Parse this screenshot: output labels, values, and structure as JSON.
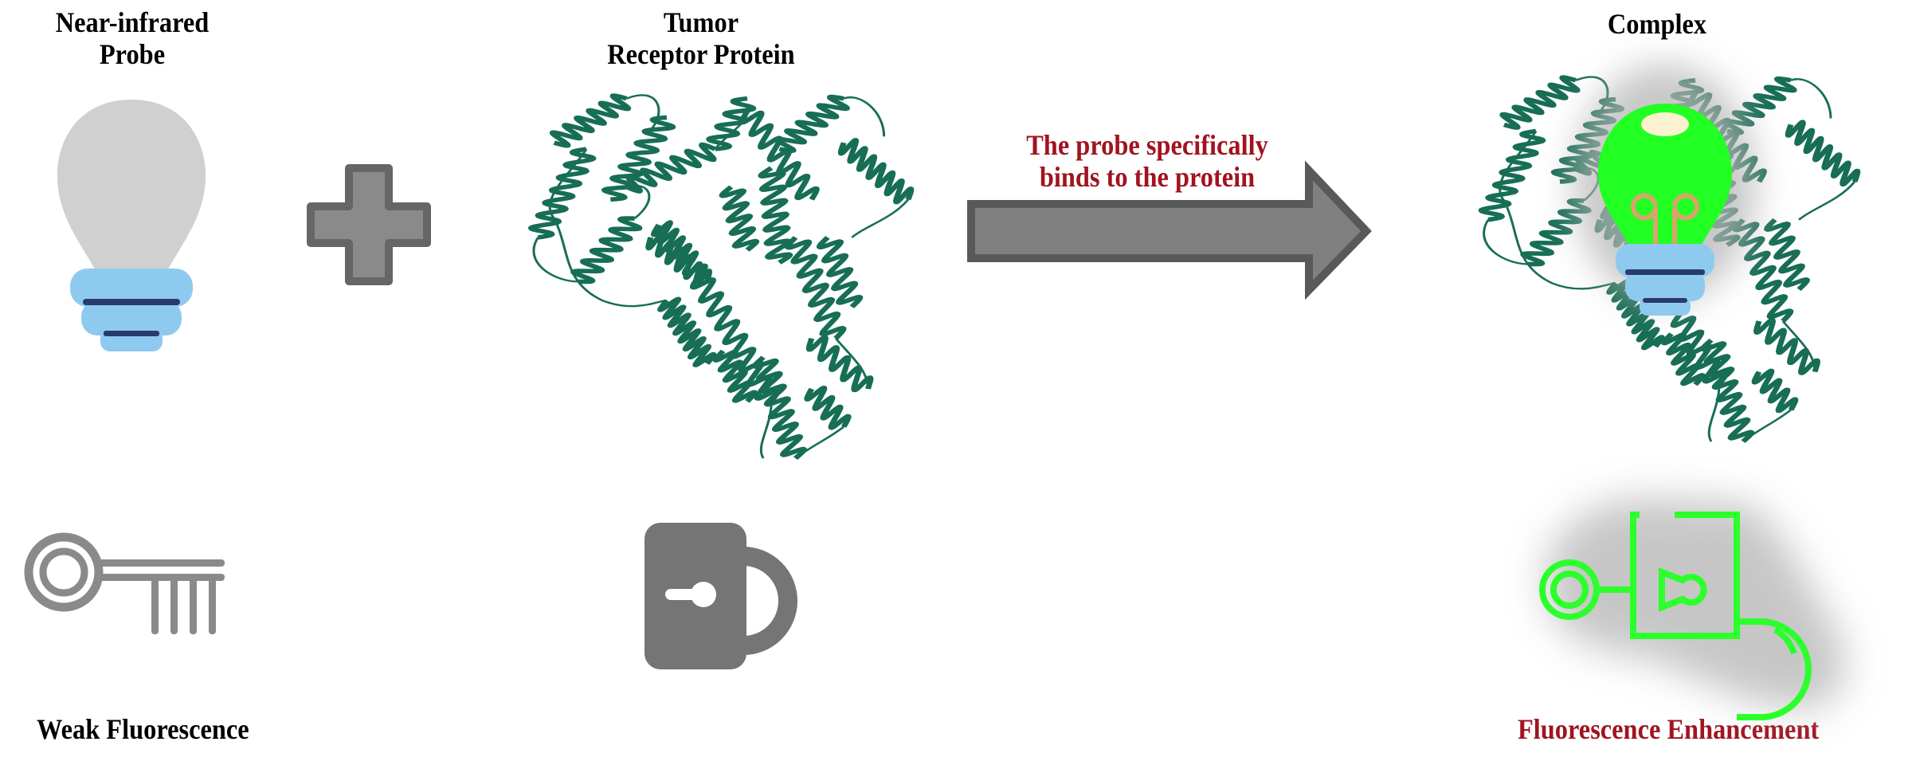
{
  "probe": {
    "title_line1": "Near-infrared",
    "title_line2": "Probe"
  },
  "protein": {
    "title_line1": "Tumor",
    "title_line2": "Receptor Protein"
  },
  "arrow": {
    "text_line1": "The probe specifically",
    "text_line2": "binds to the protein"
  },
  "complex": {
    "title": "Complex"
  },
  "bottom": {
    "left_label": "Weak Fluorescence",
    "right_label": "Fluorescence Enhancement"
  },
  "colors": {
    "protein": "#176e55",
    "bulb_off": "#d0d0d0",
    "bulb_on": "#22ff22",
    "bulb_base": "#8ecaf0",
    "accent_text": "#a01420",
    "icon_grey": "#757575",
    "glow_green": "#2cff2c"
  }
}
